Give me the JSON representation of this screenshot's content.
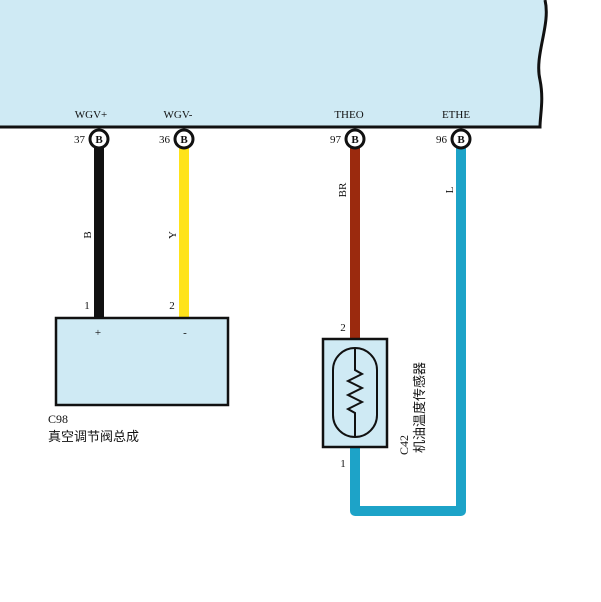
{
  "ecu": {
    "fill": "#cfeaf4",
    "pins": [
      {
        "name": "WGV+",
        "number": "37",
        "connector": "B"
      },
      {
        "name": "WGV-",
        "number": "36",
        "connector": "B"
      },
      {
        "name": "THEO",
        "number": "97",
        "connector": "B"
      },
      {
        "name": "ETHE",
        "number": "96",
        "connector": "B"
      }
    ]
  },
  "wires": [
    {
      "code": "B",
      "color": "#111111"
    },
    {
      "code": "Y",
      "color": "#ffe31a"
    },
    {
      "code": "BR",
      "color": "#9b2a0e"
    },
    {
      "code": "L",
      "color": "#1da3c8"
    }
  ],
  "component_fill": "#cfeaf4",
  "c98": {
    "id": "C98",
    "name": "真空调节阀总成",
    "pin1": "1",
    "pin2": "2",
    "pin1_sign": "+",
    "pin2_sign": "-"
  },
  "c42": {
    "id": "C42",
    "name": "机油温度传感器",
    "pin2": "2",
    "pin1": "1"
  }
}
